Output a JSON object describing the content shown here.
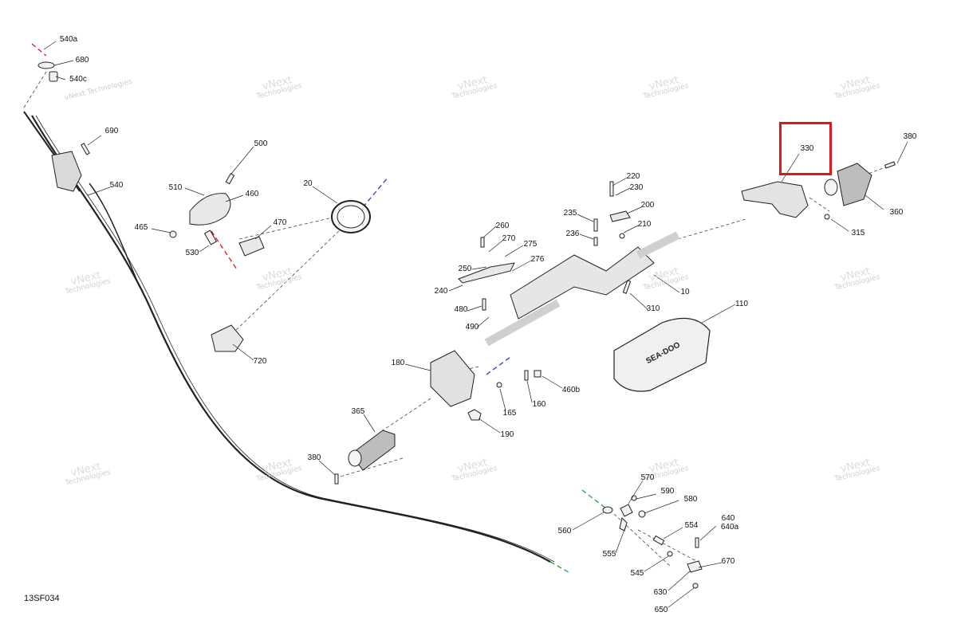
{
  "drawing_code": "13SF034",
  "watermark": {
    "line1": "vNext",
    "line2": "Technologies",
    "inline": "vNext Technologies"
  },
  "highlight_color": "#e0161b",
  "highlighted_part": "330",
  "callouts": [
    {
      "id": "540a"
    },
    {
      "id": "680"
    },
    {
      "id": "540c"
    },
    {
      "id": "690"
    },
    {
      "id": "540"
    },
    {
      "id": "500"
    },
    {
      "id": "510"
    },
    {
      "id": "460"
    },
    {
      "id": "465"
    },
    {
      "id": "470"
    },
    {
      "id": "530"
    },
    {
      "id": "20"
    },
    {
      "id": "720"
    },
    {
      "id": "220"
    },
    {
      "id": "230"
    },
    {
      "id": "200"
    },
    {
      "id": "235"
    },
    {
      "id": "210"
    },
    {
      "id": "236"
    },
    {
      "id": "260"
    },
    {
      "id": "270"
    },
    {
      "id": "275"
    },
    {
      "id": "276"
    },
    {
      "id": "250"
    },
    {
      "id": "240"
    },
    {
      "id": "480"
    },
    {
      "id": "490"
    },
    {
      "id": "310"
    },
    {
      "id": "10"
    },
    {
      "id": "110"
    },
    {
      "id": "330"
    },
    {
      "id": "380"
    },
    {
      "id": "360"
    },
    {
      "id": "315"
    },
    {
      "id": "180"
    },
    {
      "id": "165"
    },
    {
      "id": "160"
    },
    {
      "id": "460b"
    },
    {
      "id": "190"
    },
    {
      "id": "365"
    },
    {
      "id": "380"
    },
    {
      "id": "570"
    },
    {
      "id": "590"
    },
    {
      "id": "580"
    },
    {
      "id": "560"
    },
    {
      "id": "640"
    },
    {
      "id": "640a"
    },
    {
      "id": "554"
    },
    {
      "id": "555"
    },
    {
      "id": "545"
    },
    {
      "id": "670"
    },
    {
      "id": "630"
    },
    {
      "id": "650"
    }
  ],
  "brand_mark": "SEA-DOO",
  "axis_colors": {
    "red": "#e0161b",
    "blue": "#2a3fc4",
    "green": "#22a33a"
  }
}
